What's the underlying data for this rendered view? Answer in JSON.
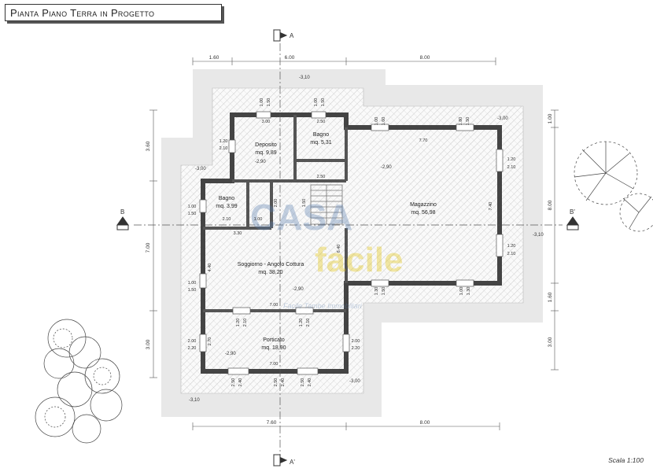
{
  "title": "Pianta Piano Terra in Progetto",
  "scale": "Scala 1:100",
  "sections": {
    "a_top": "A",
    "a_bottom": "A'",
    "b_left": "B",
    "b_right": "B'"
  },
  "top_dims": [
    "1.60",
    "6.00",
    "8.00"
  ],
  "bottom_dims": [
    "7.60",
    "8.00"
  ],
  "left_dims": [
    "3.60",
    "7.00",
    "3.00"
  ],
  "right_dims": [
    "1.00",
    "8.00",
    "1.60",
    "3.00"
  ],
  "rooms": {
    "deposito": {
      "name": "Deposito",
      "area": "mq. 9,89"
    },
    "bagno_top": {
      "name": "Bagno",
      "area": "mq. 5,31"
    },
    "bagno_left": {
      "name": "Bagno",
      "area": "mq. 3,99"
    },
    "magazzino": {
      "name": "Magazzino",
      "area": "mq. 56,98"
    },
    "soggiorno": {
      "name": "Soggiorno - Angolo Cottura",
      "area": "mq. 38,20"
    },
    "porticato": {
      "name": "Porticato",
      "area": "mq. 18,90"
    }
  },
  "elevations": {
    "top": "-3,10",
    "left_top": "-3,00",
    "right_top": "-3,00",
    "right": "-3,10",
    "bottom_left": "-3,10",
    "bottom_right": "-3,00",
    "deposito": "-2,90",
    "magazzino": "-2,90",
    "soggiorno": "-2,90",
    "porticato": "-2,90"
  },
  "inner_dims": {
    "dep_w": "3.00",
    "bag_w": "2.50",
    "bag_b": "2.50",
    "mag_w": "7.70",
    "mag_h": "7.40",
    "bl_w": "2.10",
    "bl_b": "1.00",
    "sog_top": "3.30",
    "sog_bottom": "7.00",
    "sog_h": "6.40",
    "sog_h2": "4.40",
    "por_bottom": "7.00",
    "stair": "2.00",
    "stair2": "1.50"
  },
  "openings": {
    "w1": "1.00",
    "w1b": "1.50",
    "w2": "1.00",
    "w2b": "1.50",
    "w3": "1.00",
    "w3b": "1.60",
    "w4": "1.80",
    "w4b": "1.50",
    "wl1": "1.20",
    "wl1b": "2.10",
    "wl2": "1.00",
    "wl2b": "1.50",
    "wl3": "1.00",
    "wl3b": "1.50",
    "wr1": "1.20",
    "wr1b": "2.10",
    "wr2": "1.20",
    "wr2b": "2.10",
    "wb1": "1.30",
    "wb1b": "1.50",
    "wb2": "1.00",
    "wb2b": "1.30",
    "dp1": "1.20",
    "dp1b": "2.10",
    "dp2": "1.20",
    "dp2b": "2.10",
    "pw1": "2.00",
    "pw1b": "2.20",
    "pw2": "2.00",
    "pw2b": "2.20",
    "pw3": "2.70",
    "pb1": "2.50",
    "pb1b": "2.40",
    "pb2": "2.50",
    "pb2b": "2.40",
    "pb3": "2.50",
    "pb3b": "2.40"
  },
  "watermark": {
    "line1": "CASA",
    "line2": "facile",
    "line3": "Facile Tambe Immobiliari"
  }
}
